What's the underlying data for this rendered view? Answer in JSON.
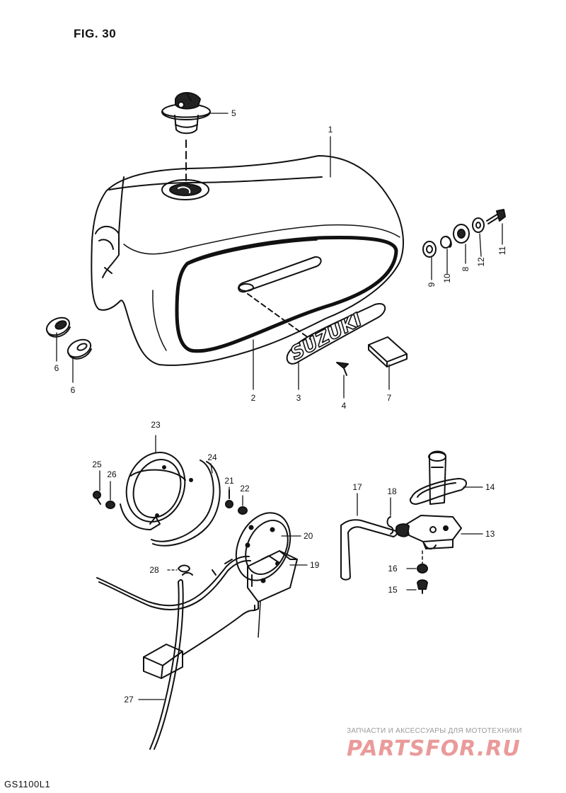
{
  "figure": {
    "title": "FIG. 30",
    "model": "GS1100L1"
  },
  "watermark": {
    "subtitle": "ЗАПЧАСТИ И АКСЕССУАРЫ ДЛЯ МОТОТЕХНИКИ",
    "brand": "PARTSFOR.RU",
    "color": "#d94848"
  },
  "tank_emblem": "SUZUKI",
  "callouts": {
    "c1": "1",
    "c2": "2",
    "c3": "3",
    "c4": "4",
    "c5": "5",
    "c6a": "6",
    "c6b": "6",
    "c7": "7",
    "c8": "8",
    "c9": "9",
    "c10": "10",
    "c11": "11",
    "c12": "12",
    "c13": "13",
    "c14": "14",
    "c15": "15",
    "c16": "16",
    "c17": "17",
    "c18": "18",
    "c19": "19",
    "c20": "20",
    "c21": "21",
    "c22": "22",
    "c23": "23",
    "c24": "24",
    "c25": "25",
    "c26": "26",
    "c27": "27",
    "c28": "28"
  }
}
